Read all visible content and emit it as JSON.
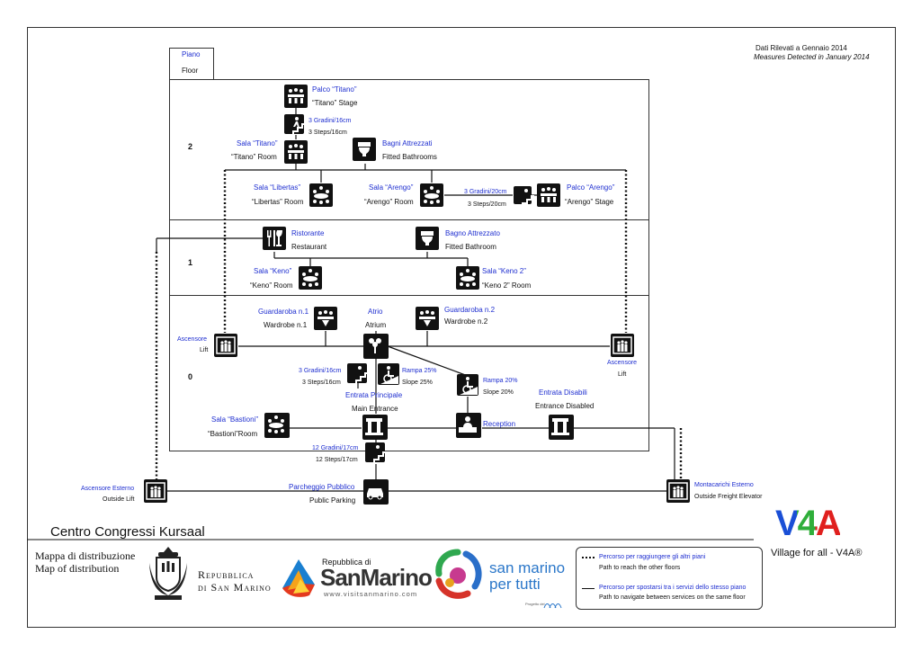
{
  "header": {
    "piano": "Piano",
    "floor": "Floor",
    "date_it": "Dati Rilevati a Gennaio 2014",
    "date_en": "Measures Detected in January 2014"
  },
  "floors": {
    "f2": "2",
    "f1": "1",
    "f0": "0"
  },
  "nodes": {
    "palco_titano": {
      "it": "Palco “Titano”",
      "en": "“Titano” Stage"
    },
    "steps_3_16_top": {
      "it": "3 Gradini/16cm",
      "en": "3 Steps/16cm"
    },
    "sala_titano": {
      "it": "Sala “Titano”",
      "en": "“Titano” Room"
    },
    "bagni": {
      "it": "Bagni Attrezzati",
      "en": "Fitted Bathrooms"
    },
    "sala_libertas": {
      "it": "Sala “Libertas”",
      "en": "“Libertas” Room"
    },
    "sala_arengo": {
      "it": "Sala “Arengo”",
      "en": "“Arengo” Room"
    },
    "steps_3_20": {
      "it": "3 Gradini/20cm",
      "en": "3 Steps/20cm"
    },
    "palco_arengo": {
      "it": "Palco “Arengo”",
      "en": "“Arengo” Stage"
    },
    "ristorante": {
      "it": "Ristorante",
      "en": "Restaurant"
    },
    "bagno": {
      "it": "Bagno Attrezzato",
      "en": "Fitted Bathroom"
    },
    "sala_keno": {
      "it": "Sala “Keno”",
      "en": "“Keno” Room"
    },
    "sala_keno2": {
      "it": "Sala “Keno 2”",
      "en": "“Keno 2” Room"
    },
    "guardaroba1": {
      "it": "Guardaroba n.1",
      "en": "Wardrobe n.1"
    },
    "atrio": {
      "it": "Atrio",
      "en": "Atrium"
    },
    "guardaroba2": {
      "it": "Guardaroba n.2",
      "en": "Wardrobe n.2"
    },
    "ascensore_l": {
      "it": "Ascensore",
      "en": "Lift"
    },
    "ascensore_r": {
      "it": "Ascensore",
      "en": "Lift"
    },
    "steps_3_16": {
      "it": "3 Gradini/16cm",
      "en": "3 Steps/16cm"
    },
    "rampa25": {
      "it": "Rampa 25%",
      "en": "Slope 25%"
    },
    "rampa20": {
      "it": "Rampa 20%",
      "en": "Slope 20%"
    },
    "entrata_principale": {
      "it": "Entrata Principale",
      "en": "Main Entrance"
    },
    "entrata_disabili": {
      "it": "Entrata Disabili",
      "en": "Entrance Disabled"
    },
    "reception": {
      "it": "Reception"
    },
    "sala_bastioni": {
      "it": "Sala “Bastioni”",
      "en": "“Bastioni”Room"
    },
    "steps_12_17": {
      "it": "12 Gradini/17cm",
      "en": "12 Steps/17cm"
    },
    "ascensore_esterno": {
      "it": "Ascensore Esterno",
      "en": "Outside Lift"
    },
    "parcheggio": {
      "it": "Parcheggio Pubblico",
      "en": "Public Parking"
    },
    "montacarichi": {
      "it": "Montacarichi Esterno",
      "en": "Outside Freight Elevator"
    }
  },
  "footer": {
    "title": "Centro Congressi Kursaal",
    "map_it": "Mappa di distribuzione",
    "map_en": "Map of distribution",
    "rsm_1": "Repubblica",
    "rsm_2": "di San Marino",
    "sm_small": "Repubblica di",
    "sm_big": "SanMarino",
    "sm_url": "www.visitsanmarino.com",
    "smpt_1": "san marino",
    "smpt_2": "per tutti",
    "smpt_small": "Progetto del",
    "v4a": "V4A",
    "v4a_sub": "Village for all - V4A®",
    "legend": {
      "dotted_it": "Percorso per raggiungere gli altri piani",
      "dotted_en": "Path to reach the other floors",
      "solid_it": "Percorso per spostarsi tra i servizi dello stesso piano",
      "solid_en": "Path to navigate between services on the same floor"
    },
    "colors": {
      "blue": "#1f2fd0",
      "v4a_blue": "#1a4fd6",
      "v4a_green": "#2fae3a",
      "v4a_red": "#e0201e"
    }
  }
}
